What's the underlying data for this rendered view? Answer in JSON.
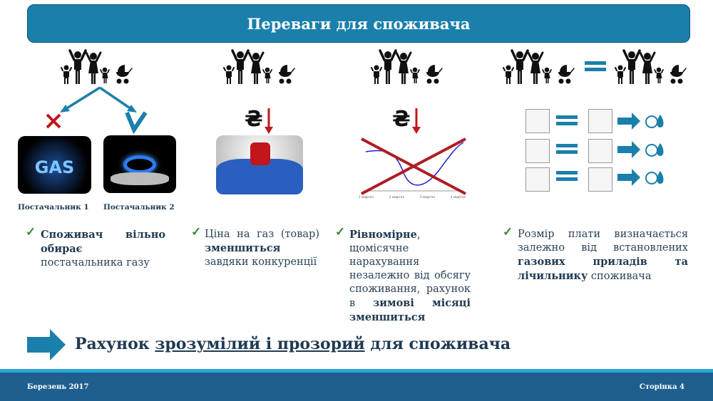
{
  "header": {
    "title": "Переваги для споживача"
  },
  "suppliers": {
    "supplier1": "Постачальник 1",
    "supplier2": "Постачальник 2",
    "gas_image_text": "GAS"
  },
  "chart_labels": [
    "1 квартал",
    "2 квартал",
    "3 квартал",
    "4 квартал"
  ],
  "currency_symbol": "₴",
  "columns": [
    {
      "bold1": "Споживач вільно обирає",
      "text1": " постачальника газу"
    },
    {
      "text1": "Ціна на газ (товар) ",
      "bold1": "зменшиться",
      "text2": " завдяки конкуренції"
    },
    {
      "bold1": "Рівномірне",
      "text1": ", щомісячне нарахування незалежно від обсягу споживання, рахунок в ",
      "bold2": "зимові місяці зменшиться"
    },
    {
      "text1": "Розмір плати визначається залежно від встановлених ",
      "bold1": "газових приладів та лічильнику",
      "text2": " споживача"
    }
  ],
  "conclusion": {
    "part1": "Рахунок ",
    "underlined": "зрозумілий і прозорий",
    "part2": " для споживача"
  },
  "footer": {
    "date": "Березень 2017",
    "page": "Сторінка 4"
  },
  "colors": {
    "accent": "#1b7fab",
    "footer": "#1f5f8f",
    "strip": "#2aa7d6",
    "red": "#c0161c"
  }
}
